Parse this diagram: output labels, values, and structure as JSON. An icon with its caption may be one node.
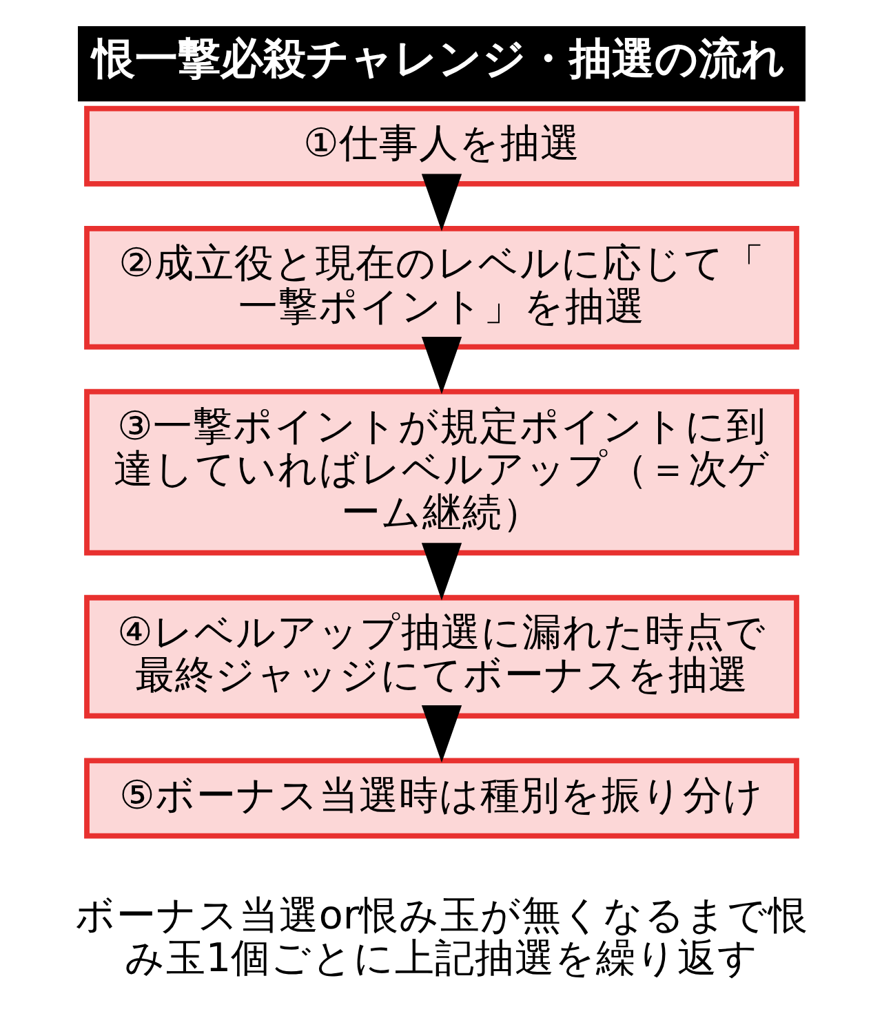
{
  "diagram": {
    "title": "恨一撃必殺チャレンジ・抽選の流れ",
    "nodes": [
      {
        "text": [
          "①仕事人を抽選"
        ]
      },
      {
        "text": [
          "②成立役と現在のレベルに応じて「一撃ポイント」を抽選"
        ]
      },
      {
        "text": [
          "③一撃ポイントが規定ポイントに到達していればレベルアップ（＝次ゲーム継続）"
        ]
      },
      {
        "text": [
          "④レベルアップ抽選に漏れた時点で最終ジャッジにてボーナスを抽選"
        ]
      },
      {
        "text": [
          "⑤ボーナス当選時は種別を振り分け"
        ]
      }
    ],
    "edges": [
      {
        "from": 0,
        "to": 1,
        "arrow": "to"
      },
      {
        "from": 1,
        "to": 2,
        "arrow": "to"
      },
      {
        "from": 2,
        "to": 3,
        "arrow": "to"
      },
      {
        "from": 3,
        "to": 4,
        "arrow": "to"
      }
    ],
    "labels": [
      "ボーナス当選or恨み玉が無くなるまで恨み玉1個ごとに上記抽選を繰り返す"
    ]
  }
}
